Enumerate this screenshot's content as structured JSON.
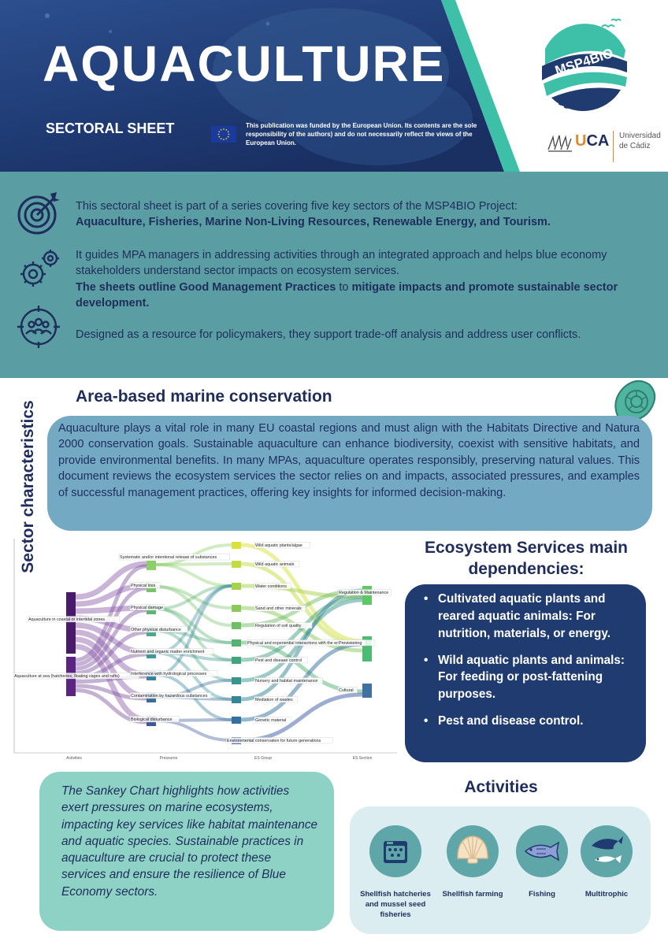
{
  "header": {
    "title": "AQUACULTURE",
    "subtitle": "SECTORAL SHEET",
    "disclaimer": "This publication was funded by the European Union. Its contents are the sole responsibility of the authors) and do not necessarily reflect the views of the European Union.",
    "logo_text": "MSP4BIO",
    "uca_abbr_1": "U",
    "uca_abbr_2": "CA",
    "uca_line1": "Universidad",
    "uca_line2": "de Cádiz"
  },
  "intro": {
    "p1_text": "This sectoral sheet is part of a series covering five key sectors of the MSP4BIO Project:",
    "p1_bold": "Aquaculture, Fisheries, Marine Non-Living Resources, Renewable Energy, and Tourism.",
    "p2_text": "It guides MPA managers in addressing activities through an integrated approach and helps blue economy stakeholders understand sector impacts on ecosystem services.",
    "p3_bold1": "The sheets outline Good Management Practices",
    "p3_mid": " to ",
    "p3_bold2": "mitigate impacts and promote sustainable sector development.",
    "p4_text": "Designed as a resource for policymakers, they support trade-off analysis and address user conflicts."
  },
  "sector": {
    "side_label": "Sector characteristics",
    "title": "Area-based marine conservation",
    "body": "Aquaculture plays a vital role in many EU coastal regions and must align with the Habitats Directive and Natura 2000 conservation goals. Sustainable aquaculture can enhance biodiversity, coexist with sensitive habitats, and provide environmental benefits. In many MPAs, aquaculture operates responsibly, preserving natural values. This document reviews the ecosystem services the sector relies on and impacts, associated pressures, and examples of successful management practices, offering key insights for informed decision-making."
  },
  "chart_data": {
    "type": "sankey",
    "stage_labels": [
      "Activities",
      "Pressures",
      "ES Group",
      "ES Section"
    ],
    "activities": [
      "Aquaculture in coastal or intertidal zones",
      "Aquaculture at sea (hatcheries,  floating cages and rafts)"
    ],
    "pressures": [
      "Systematic and/or intentional release of substances",
      "Physical loss",
      "Physical damage",
      "Other physical disturbance",
      "Nutrient and organic matter enrichment",
      "Interference with hydrological processes",
      "Contamination by hazardous substances",
      "Biological disturbance"
    ],
    "es_groups": [
      "Wild aquatic plants/algae",
      "Wild aquatic animals",
      "Water conditions",
      "Sand and other minerals",
      "Regulation of soil quality",
      "Physical and experiential interactions with the environment",
      "Pest and disease control",
      "Nursery and habitat maintenance",
      "Mediation of wastes",
      "Genetic material",
      "Environmental conservation for future generations"
    ],
    "es_sections": [
      "Regulation & Maintenance",
      "Provisioning",
      "Cultural"
    ]
  },
  "es_dependencies": {
    "title": "Ecosystem Services main dependencies:",
    "items": [
      "Cultivated aquatic plants and reared aquatic animals: For nutrition, materials, or energy.",
      "Wild aquatic plants and animals: For feeding or post-fattening purposes.",
      "Pest and disease control."
    ]
  },
  "sankey_note": "The Sankey Chart highlights how activities exert pressures on marine ecosystems, impacting key services like habitat maintenance and aquatic species. Sustainable practices in aquaculture are crucial to protect these services and ensure the resilience of Blue Economy sectors.",
  "activities": {
    "title": "Activities",
    "items": [
      {
        "label": "Shellfish hatcheries and mussel seed fisheries",
        "icon": "hatchery-tank-icon"
      },
      {
        "label": "Shellfish farming",
        "icon": "shell-icon"
      },
      {
        "label": "Fishing",
        "icon": "fish-icon"
      },
      {
        "label": "Multitrophic",
        "icon": "multitrophic-icon"
      }
    ]
  },
  "colors": {
    "navy": "#1f2d5c",
    "teal_band": "#5a9ea3",
    "blue_box": "#74a9c4",
    "dark_box": "#1f3b70",
    "mint_box": "#8ed2c6",
    "light_box": "#dbedf0",
    "accent_teal": "#3ec0a8"
  }
}
